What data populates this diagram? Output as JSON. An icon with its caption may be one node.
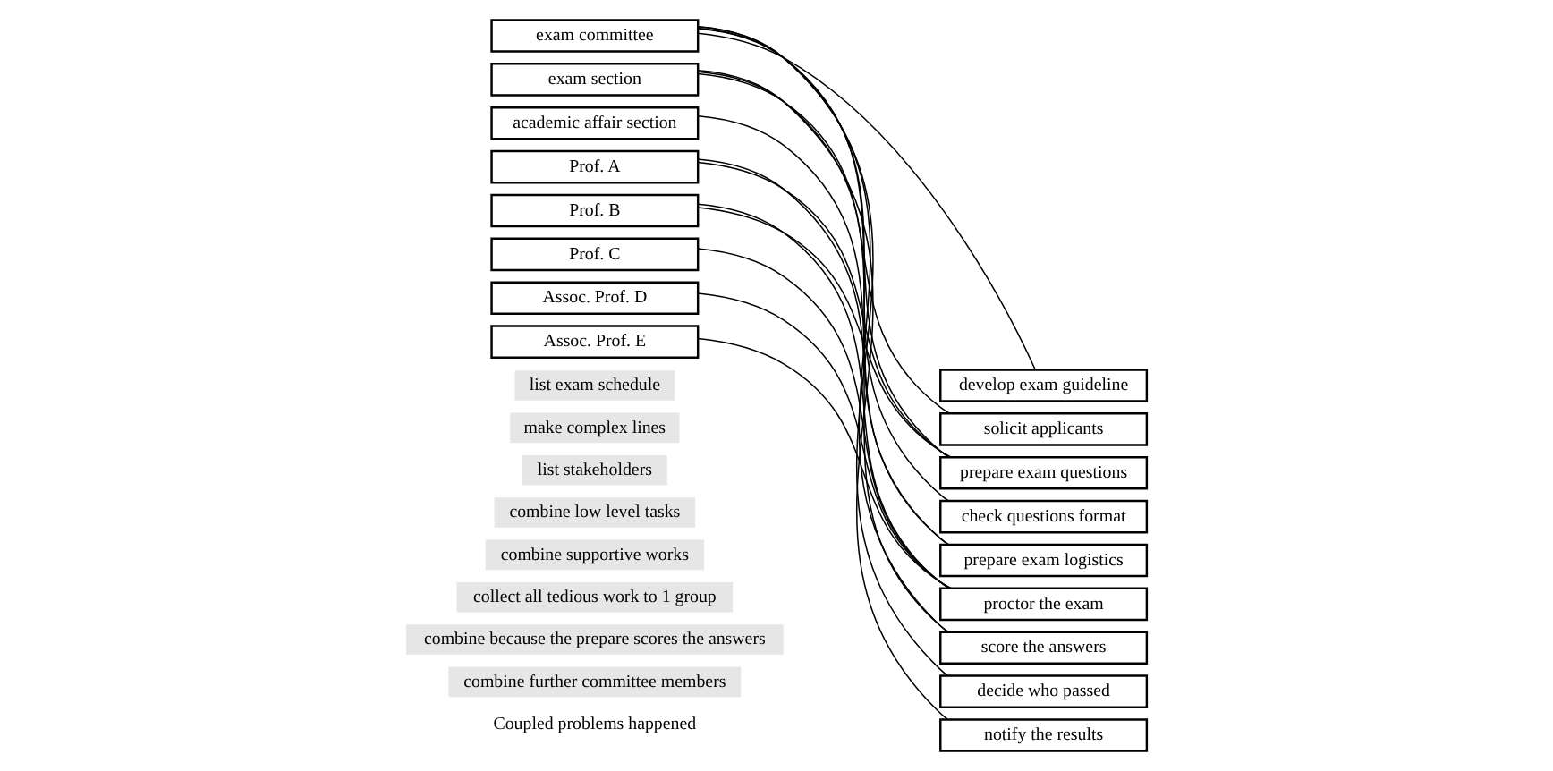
{
  "diagram": {
    "nodes": [
      {
        "text": [
          "develop exam guideline"
        ]
      },
      {
        "text": [
          "solicit applicants"
        ]
      },
      {
        "text": [
          "prepare exam questions"
        ]
      },
      {
        "text": [
          "check questions format"
        ]
      },
      {
        "text": [
          "prepare exam logistics"
        ]
      },
      {
        "text": [
          "proctor the exam"
        ]
      },
      {
        "text": [
          "score the answers"
        ]
      },
      {
        "text": [
          "decide who passed"
        ]
      },
      {
        "text": [
          "notify the results"
        ]
      },
      {
        "text": [
          "exam committee"
        ]
      },
      {
        "text": [
          "exam section"
        ]
      },
      {
        "text": [
          "academic affair section"
        ]
      },
      {
        "text": [
          "Prof. A"
        ]
      },
      {
        "text": [
          "Prof. B"
        ]
      },
      {
        "text": [
          "Prof. C"
        ]
      },
      {
        "text": [
          "Assoc. Prof. D"
        ]
      },
      {
        "text": [
          "Assoc. Prof. E"
        ]
      }
    ],
    "edges": [
      {
        "from": 0,
        "to": 9,
        "arrow": "none"
      },
      {
        "from": 1,
        "to": 10,
        "arrow": "none"
      },
      {
        "from": 2,
        "to": 9,
        "arrow": "none"
      },
      {
        "from": 2,
        "to": 12,
        "arrow": "none"
      },
      {
        "from": 2,
        "to": 13,
        "arrow": "none"
      },
      {
        "from": 3,
        "to": 9,
        "arrow": "none"
      },
      {
        "from": 4,
        "to": 10,
        "arrow": "none"
      },
      {
        "from": 4,
        "to": 11,
        "arrow": "none"
      },
      {
        "from": 5,
        "to": 13,
        "arrow": "none"
      },
      {
        "from": 5,
        "to": 14,
        "arrow": "none"
      },
      {
        "from": 5,
        "to": 15,
        "arrow": "none"
      },
      {
        "from": 5,
        "to": 16,
        "arrow": "none"
      },
      {
        "from": 6,
        "to": 9,
        "arrow": "none"
      },
      {
        "from": 6,
        "to": 12,
        "arrow": "none"
      },
      {
        "from": 7,
        "to": 9,
        "arrow": "none"
      },
      {
        "from": 8,
        "to": 10,
        "arrow": "none"
      }
    ],
    "labels": [
      "list exam schedule",
      "make complex lines",
      "list stakeholders",
      "combine low level tasks",
      "combine supportive works",
      "collect all tedious work to 1 group",
      "combine because the prepare scores the answers",
      "combine further committee members",
      "Coupled problems happened"
    ]
  }
}
